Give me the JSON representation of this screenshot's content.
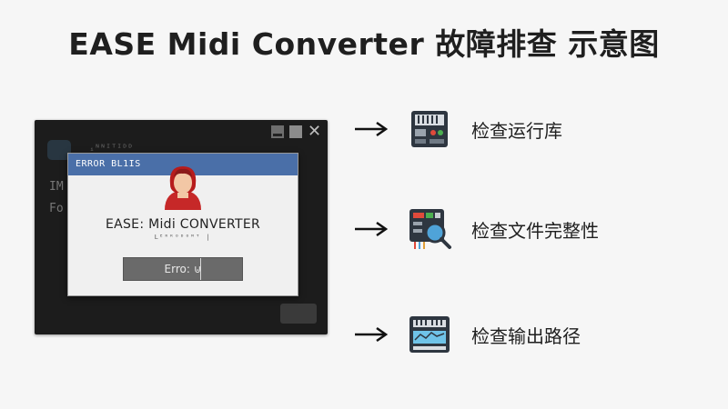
{
  "title": "EASE Midi Converter 故障排查 示意图",
  "app_window": {
    "app_name": "ᵢᴺᴺᴵᵀᴵᴰᴰ",
    "line1": "IM",
    "line2": "Fo",
    "close_glyph": "✕"
  },
  "dialog": {
    "titlebar": "ERROR BL1IS",
    "heading": "EASE: Midi CONVERTER",
    "subtext": "ᒪᴱᴿᴿᴼᴰᴼᴹᵀ |",
    "button_label": "Erro: ⊍"
  },
  "steps": [
    {
      "label": "检查运行库",
      "icon": "runtime-device-icon"
    },
    {
      "label": "检查文件完整性",
      "icon": "file-integrity-magnifier-icon"
    },
    {
      "label": "检查输出路径",
      "icon": "output-path-keyboard-icon"
    }
  ],
  "colors": {
    "dialog_titlebar": "#4a6fa8",
    "avatar_red": "#c62828",
    "magnifier_blue": "#4fa3d8",
    "keyboard_screen": "#6fc3e8"
  }
}
